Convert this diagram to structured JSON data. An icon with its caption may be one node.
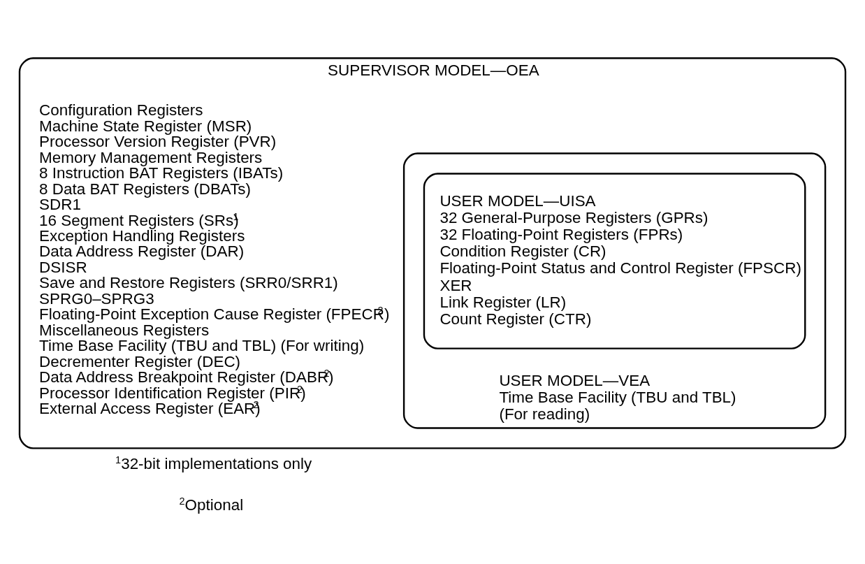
{
  "diagram": {
    "nodes": [
      {
        "text": [
          "SUPERVISOR MODEL—OEA",
          "Configuration Registers",
          "Machine State Register (MSR)",
          "Processor Version Register (PVR)",
          "Memory Management Registers",
          "8 Instruction BAT Registers (IBATs)",
          "8 Data BAT Registers (DBATs)",
          "SDR1",
          "16 Segment Registers (SRs)$^{1}$",
          "Exception Handling Registers",
          "Data Address Register (DAR)",
          "DSISR",
          "Save and Restore Registers (SRR0/SRR1)",
          "SPRG0–SPRG3",
          "Floating-Point Exception Cause Register (FPECR)$^{2}$",
          "Miscellaneous Registers",
          "Time Base Facility (TBU and TBL) (For writing)",
          "Decrementer Register (DEC)",
          "Data Address Breakpoint Register (DABR)$^{2}$",
          "Processor Identification Register (PIR)$^{2}$",
          "External Access Register (EAR)$^{2}$"
        ]
      },
      {
        "text": [
          "USER MODEL—VEA",
          "Time Base Facility (TBU and TBL)",
          "(For reading)"
        ],
        "in": 0
      },
      {
        "text": [
          "USER MODEL—UISA",
          "32 General-Purpose Registers (GPRs)",
          "32 Floating-Point Registers (FPRs)",
          "Condition Register (CR)",
          "Floating-Point Status and Control Register (FPSCR)",
          "XER",
          "Link Register (LR)",
          "Count Register (CTR)"
        ],
        "in": 1
      }
    ],
    "edges": [],
    "labels": [
      "$^{1}$32-bit implementations only",
      "$^{2}$Optional"
    ]
  }
}
